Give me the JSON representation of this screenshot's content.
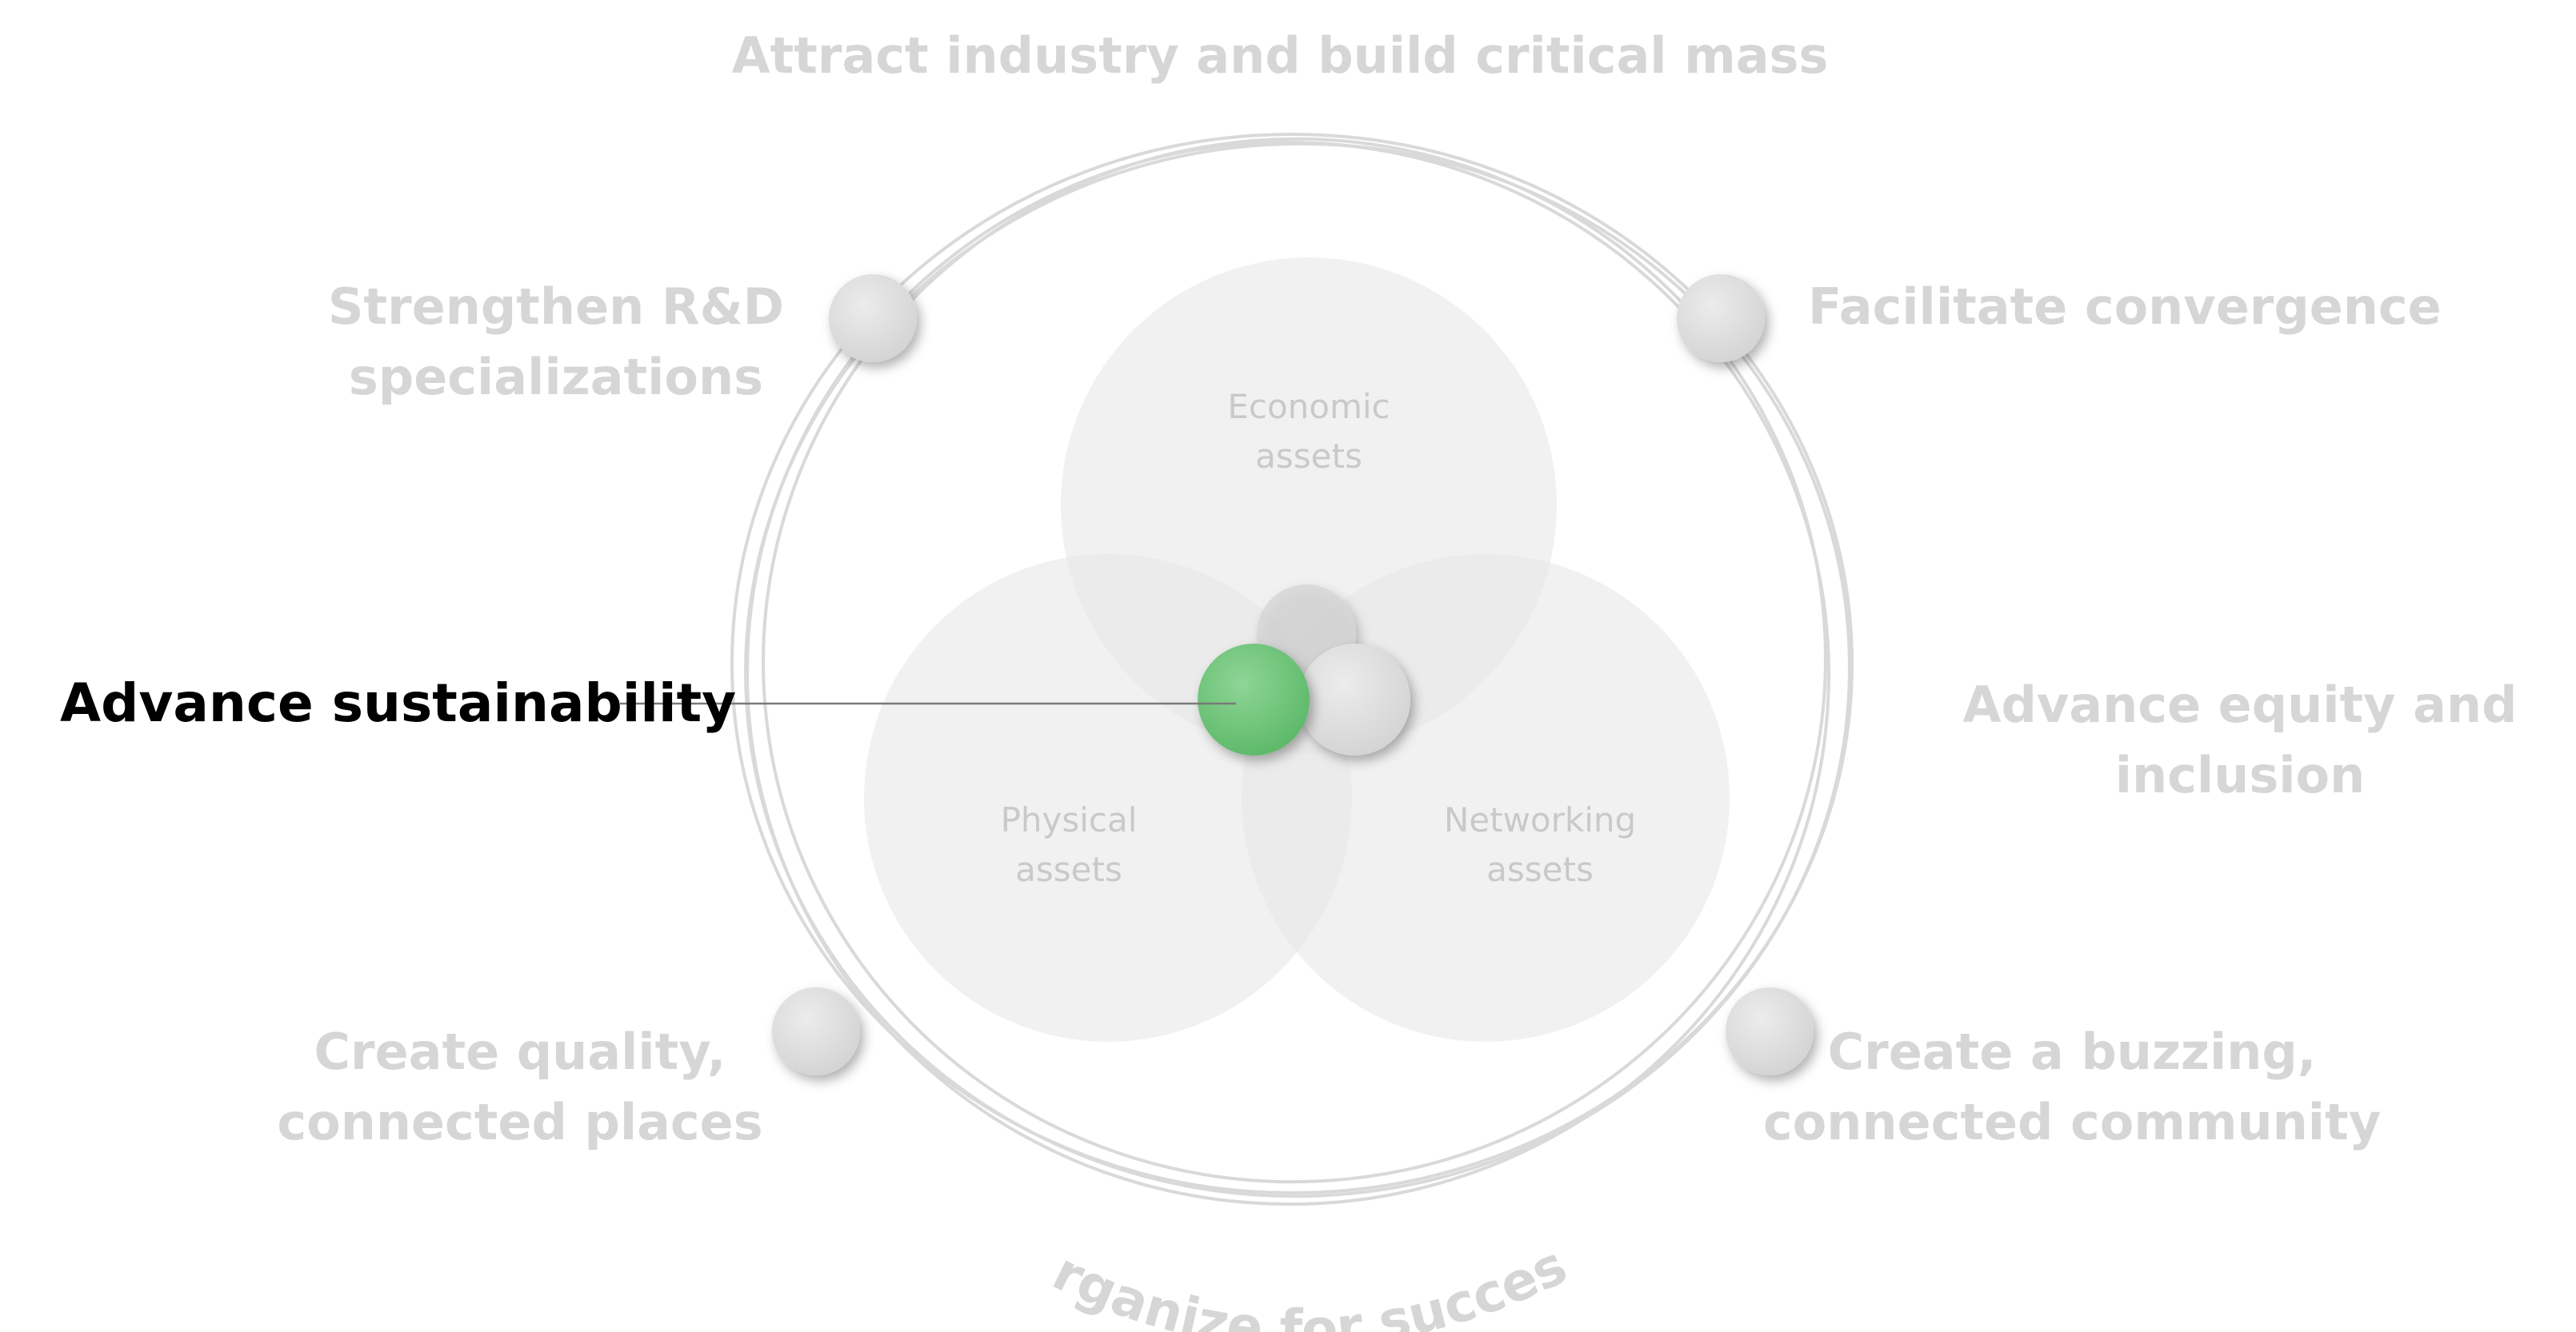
{
  "diagram": {
    "top_label": "Attract industry and build critical mass",
    "upper_left_label": [
      "Strengthen R&D",
      "specializations"
    ],
    "upper_right_label": "Facilitate convergence",
    "left_label": "Advance sustainability",
    "right_label": [
      "Advance equity and",
      "inclusion"
    ],
    "lower_left_label": [
      "Create quality,",
      "connected places"
    ],
    "lower_right_label": [
      "Create a buzzing,",
      "connected community"
    ],
    "bottom_label": "Organize for success",
    "assets": {
      "economic": [
        "Economic",
        "assets"
      ],
      "physical": [
        "Physical",
        "assets"
      ],
      "networking": [
        "Networking",
        "assets"
      ]
    },
    "active_item": "Advance sustainability",
    "colors": {
      "active_text": "#000000",
      "inactive_text": "#d6d6d6",
      "active_node": "#6cc478",
      "inactive_node": "#e6e6e6",
      "asset_circle": "#eeeeee"
    }
  }
}
